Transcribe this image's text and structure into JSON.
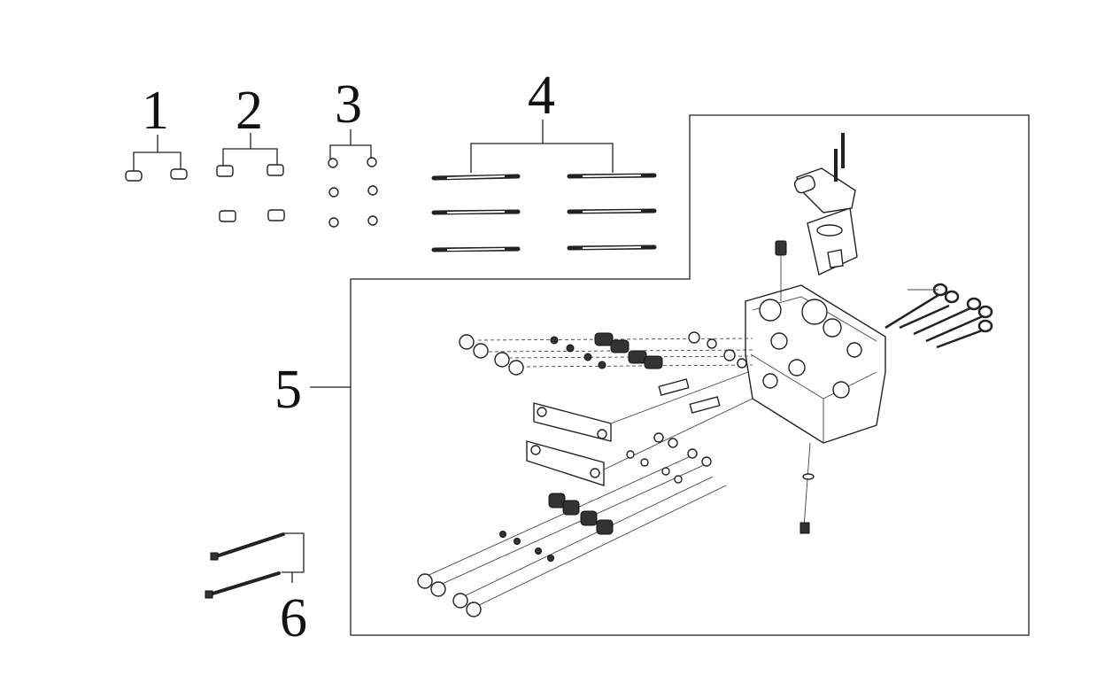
{
  "diagram": {
    "callouts": [
      {
        "id": "callout-1",
        "label": "1"
      },
      {
        "id": "callout-2",
        "label": "2"
      },
      {
        "id": "callout-3",
        "label": "3"
      },
      {
        "id": "callout-4",
        "label": "4"
      },
      {
        "id": "callout-5",
        "label": "5"
      },
      {
        "id": "callout-6",
        "label": "6"
      }
    ]
  }
}
